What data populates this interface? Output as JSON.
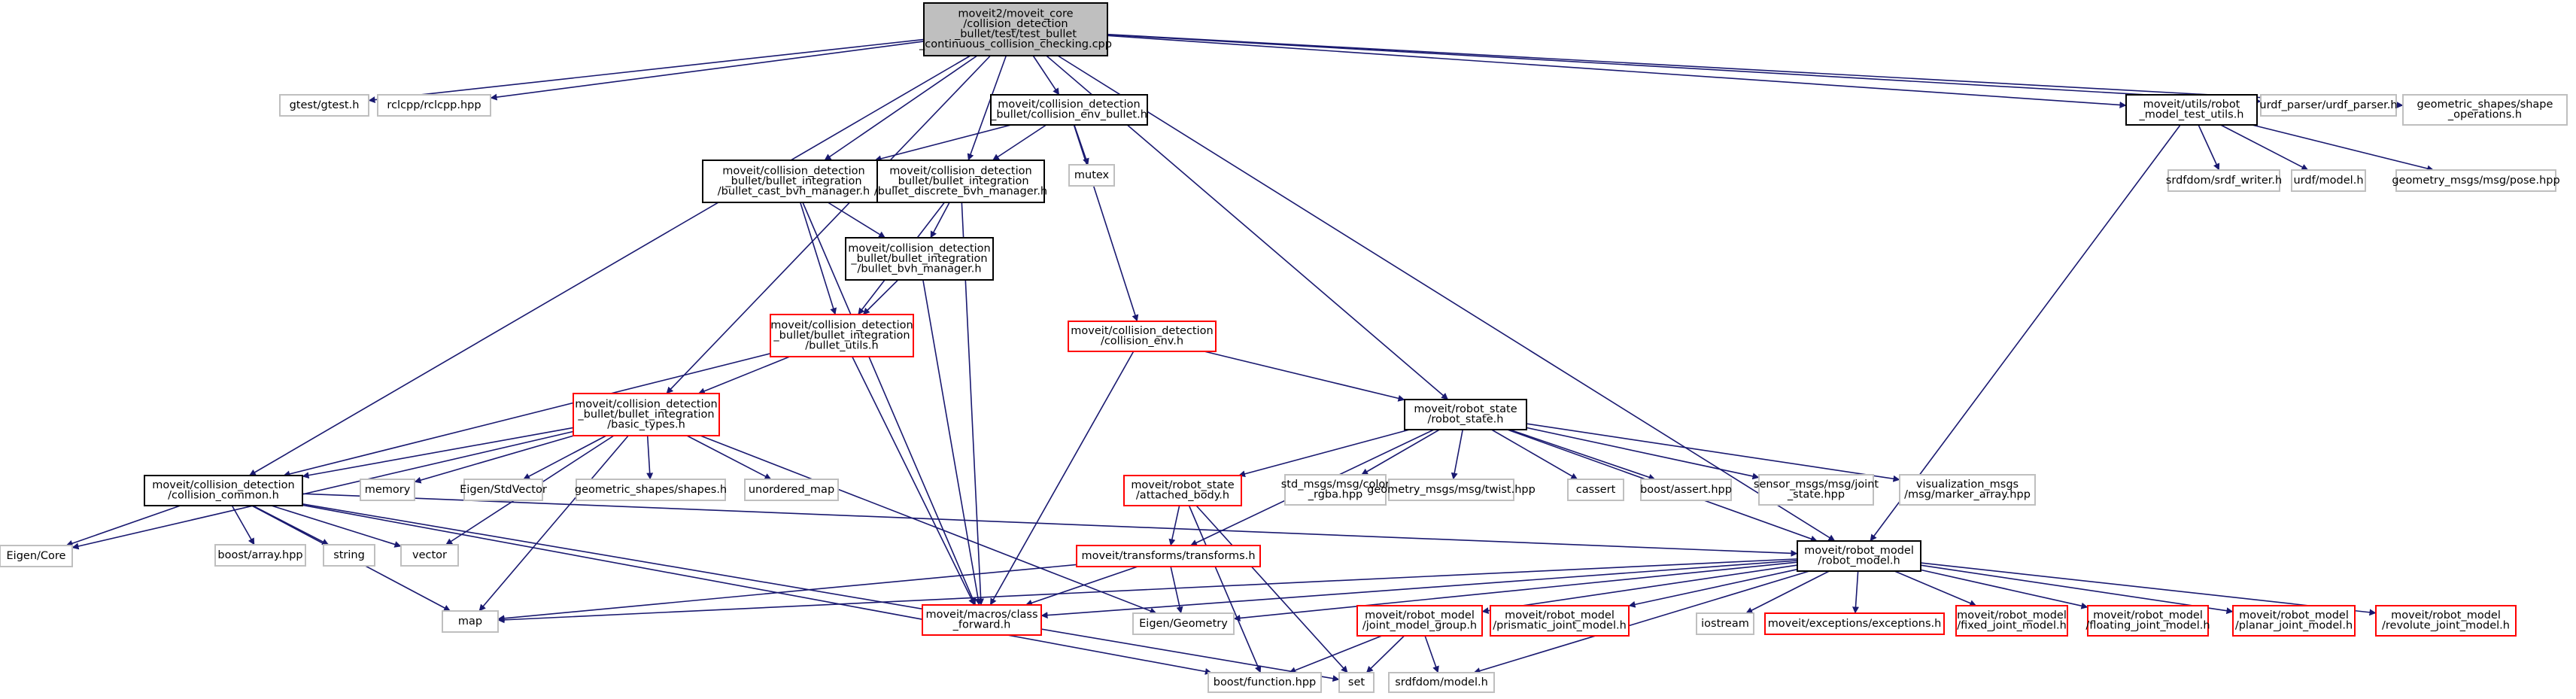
{
  "colors": {
    "edge": "#191970",
    "internal_border": "#000000",
    "missing_border": "#ff0000",
    "external_border": "#bfbfbf",
    "root_fill": "#bfbfbf",
    "node_fill": "#ffffff",
    "text": "#000000"
  },
  "nodes": [
    {
      "id": "root",
      "kind": "root",
      "lines": [
        "moveit2/moveit_core",
        "/collision_detection",
        "_bullet/test/test_bullet",
        "_continuous_collision_checking.cpp"
      ]
    },
    {
      "id": "gtest",
      "kind": "external",
      "lines": [
        "gtest/gtest.h"
      ]
    },
    {
      "id": "rclcpp",
      "kind": "external",
      "lines": [
        "rclcpp/rclcpp.hpp"
      ]
    },
    {
      "id": "env_bullet",
      "kind": "internal",
      "lines": [
        "moveit/collision_detection",
        "_bullet/collision_env_bullet.h"
      ]
    },
    {
      "id": "test_utils",
      "kind": "internal",
      "lines": [
        "moveit/utils/robot",
        "_model_test_utils.h"
      ]
    },
    {
      "id": "urdf_parser",
      "kind": "external",
      "lines": [
        "urdf_parser/urdf_parser.h"
      ]
    },
    {
      "id": "geom_ops",
      "kind": "external",
      "lines": [
        "geometric_shapes/shape",
        "_operations.h"
      ]
    },
    {
      "id": "cast_bvh",
      "kind": "internal",
      "lines": [
        "moveit/collision_detection",
        "_bullet/bullet_integration",
        "/bullet_cast_bvh_manager.h"
      ]
    },
    {
      "id": "discrete_bvh",
      "kind": "internal",
      "lines": [
        "moveit/collision_detection",
        "_bullet/bullet_integration",
        "/bullet_discrete_bvh_manager.h"
      ]
    },
    {
      "id": "mutex",
      "kind": "external",
      "lines": [
        "mutex"
      ]
    },
    {
      "id": "srdf_writer",
      "kind": "external",
      "lines": [
        "srdfdom/srdf_writer.h"
      ]
    },
    {
      "id": "urdf_model",
      "kind": "external",
      "lines": [
        "urdf/model.h"
      ]
    },
    {
      "id": "pose",
      "kind": "external",
      "lines": [
        "geometry_msgs/msg/pose.hpp"
      ]
    },
    {
      "id": "bvh_manager",
      "kind": "internal",
      "lines": [
        "moveit/collision_detection",
        "_bullet/bullet_integration",
        "/bullet_bvh_manager.h"
      ]
    },
    {
      "id": "bullet_utils",
      "kind": "missing",
      "lines": [
        "moveit/collision_detection",
        "_bullet/bullet_integration",
        "/bullet_utils.h"
      ]
    },
    {
      "id": "collision_env",
      "kind": "missing",
      "lines": [
        "moveit/collision_detection",
        "/collision_env.h"
      ]
    },
    {
      "id": "basic_types",
      "kind": "missing",
      "lines": [
        "moveit/collision_detection",
        "_bullet/bullet_integration",
        "/basic_types.h"
      ]
    },
    {
      "id": "robot_state",
      "kind": "internal",
      "lines": [
        "moveit/robot_state",
        "/robot_state.h"
      ]
    },
    {
      "id": "collision_common",
      "kind": "internal",
      "lines": [
        "moveit/collision_detection",
        "/collision_common.h"
      ]
    },
    {
      "id": "memory",
      "kind": "external",
      "lines": [
        "memory"
      ]
    },
    {
      "id": "eigen_stdvector",
      "kind": "external",
      "lines": [
        "Eigen/StdVector"
      ]
    },
    {
      "id": "shapes",
      "kind": "external",
      "lines": [
        "geometric_shapes/shapes.h"
      ]
    },
    {
      "id": "unordered_map",
      "kind": "external",
      "lines": [
        "unordered_map"
      ]
    },
    {
      "id": "attached_body",
      "kind": "missing",
      "lines": [
        "moveit/robot_state",
        "/attached_body.h"
      ]
    },
    {
      "id": "color_rgba",
      "kind": "external",
      "lines": [
        "std_msgs/msg/color",
        "_rgba.hpp"
      ]
    },
    {
      "id": "twist",
      "kind": "external",
      "lines": [
        "geometry_msgs/msg/twist.hpp"
      ]
    },
    {
      "id": "cassert",
      "kind": "external",
      "lines": [
        "cassert"
      ]
    },
    {
      "id": "boost_assert",
      "kind": "external",
      "lines": [
        "boost/assert.hpp"
      ]
    },
    {
      "id": "joint_state",
      "kind": "external",
      "lines": [
        "sensor_msgs/msg/joint",
        "_state.hpp"
      ]
    },
    {
      "id": "marker_array",
      "kind": "external",
      "lines": [
        "visualization_msgs",
        "/msg/marker_array.hpp"
      ]
    },
    {
      "id": "eigen_core",
      "kind": "external",
      "lines": [
        "Eigen/Core"
      ]
    },
    {
      "id": "boost_array",
      "kind": "external",
      "lines": [
        "boost/array.hpp"
      ]
    },
    {
      "id": "string",
      "kind": "external",
      "lines": [
        "string"
      ]
    },
    {
      "id": "vector",
      "kind": "external",
      "lines": [
        "vector"
      ]
    },
    {
      "id": "transforms",
      "kind": "missing",
      "lines": [
        "moveit/transforms/transforms.h"
      ]
    },
    {
      "id": "robot_model",
      "kind": "internal",
      "lines": [
        "moveit/robot_model",
        "/robot_model.h"
      ]
    },
    {
      "id": "map",
      "kind": "external",
      "lines": [
        "map"
      ]
    },
    {
      "id": "class_forward",
      "kind": "missing",
      "lines": [
        "moveit/macros/class",
        "_forward.h"
      ]
    },
    {
      "id": "eigen_geometry",
      "kind": "external",
      "lines": [
        "Eigen/Geometry"
      ]
    },
    {
      "id": "joint_model_group",
      "kind": "missing",
      "lines": [
        "moveit/robot_model",
        "/joint_model_group.h"
      ]
    },
    {
      "id": "prismatic",
      "kind": "missing",
      "lines": [
        "moveit/robot_model",
        "/prismatic_joint_model.h"
      ]
    },
    {
      "id": "iostream",
      "kind": "external",
      "lines": [
        "iostream"
      ]
    },
    {
      "id": "exceptions",
      "kind": "missing",
      "lines": [
        "moveit/exceptions/exceptions.h"
      ]
    },
    {
      "id": "fixed",
      "kind": "missing",
      "lines": [
        "moveit/robot_model",
        "/fixed_joint_model.h"
      ]
    },
    {
      "id": "floating",
      "kind": "missing",
      "lines": [
        "moveit/robot_model",
        "/floating_joint_model.h"
      ]
    },
    {
      "id": "planar",
      "kind": "missing",
      "lines": [
        "moveit/robot_model",
        "/planar_joint_model.h"
      ]
    },
    {
      "id": "revolute",
      "kind": "missing",
      "lines": [
        "moveit/robot_model",
        "/revolute_joint_model.h"
      ]
    },
    {
      "id": "boost_function",
      "kind": "external",
      "lines": [
        "boost/function.hpp"
      ]
    },
    {
      "id": "set",
      "kind": "external",
      "lines": [
        "set"
      ]
    },
    {
      "id": "srdf_model",
      "kind": "external",
      "lines": [
        "srdfdom/model.h"
      ]
    }
  ],
  "edges": [
    [
      "root",
      "gtest"
    ],
    [
      "root",
      "rclcpp"
    ],
    [
      "root",
      "env_bullet"
    ],
    [
      "root",
      "test_utils"
    ],
    [
      "root",
      "urdf_parser"
    ],
    [
      "root",
      "geom_ops"
    ],
    [
      "root",
      "cast_bvh"
    ],
    [
      "root",
      "discrete_bvh"
    ],
    [
      "root",
      "basic_types"
    ],
    [
      "root",
      "collision_common"
    ],
    [
      "root",
      "robot_state"
    ],
    [
      "root",
      "robot_model"
    ],
    [
      "env_bullet",
      "cast_bvh"
    ],
    [
      "env_bullet",
      "discrete_bvh"
    ],
    [
      "env_bullet",
      "mutex"
    ],
    [
      "env_bullet",
      "collision_env"
    ],
    [
      "test_utils",
      "srdf_writer"
    ],
    [
      "test_utils",
      "urdf_model"
    ],
    [
      "test_utils",
      "pose"
    ],
    [
      "test_utils",
      "robot_model"
    ],
    [
      "cast_bvh",
      "bvh_manager"
    ],
    [
      "cast_bvh",
      "bullet_utils"
    ],
    [
      "cast_bvh",
      "class_forward"
    ],
    [
      "discrete_bvh",
      "bvh_manager"
    ],
    [
      "discrete_bvh",
      "bullet_utils"
    ],
    [
      "discrete_bvh",
      "class_forward"
    ],
    [
      "bvh_manager",
      "bullet_utils"
    ],
    [
      "bvh_manager",
      "class_forward"
    ],
    [
      "bullet_utils",
      "basic_types"
    ],
    [
      "bullet_utils",
      "collision_common"
    ],
    [
      "bullet_utils",
      "class_forward"
    ],
    [
      "collision_env",
      "robot_state"
    ],
    [
      "collision_env",
      "class_forward"
    ],
    [
      "basic_types",
      "collision_common"
    ],
    [
      "basic_types",
      "memory"
    ],
    [
      "basic_types",
      "eigen_stdvector"
    ],
    [
      "basic_types",
      "shapes"
    ],
    [
      "basic_types",
      "unordered_map"
    ],
    [
      "basic_types",
      "eigen_core"
    ],
    [
      "basic_types",
      "vector"
    ],
    [
      "basic_types",
      "map"
    ],
    [
      "basic_types",
      "eigen_geometry"
    ],
    [
      "robot_state",
      "attached_body"
    ],
    [
      "robot_state",
      "color_rgba"
    ],
    [
      "robot_state",
      "twist"
    ],
    [
      "robot_state",
      "cassert"
    ],
    [
      "robot_state",
      "boost_assert"
    ],
    [
      "robot_state",
      "joint_state"
    ],
    [
      "robot_state",
      "marker_array"
    ],
    [
      "robot_state",
      "transforms"
    ],
    [
      "robot_state",
      "robot_model"
    ],
    [
      "collision_common",
      "eigen_core"
    ],
    [
      "collision_common",
      "boost_array"
    ],
    [
      "collision_common",
      "string"
    ],
    [
      "collision_common",
      "vector"
    ],
    [
      "collision_common",
      "map"
    ],
    [
      "collision_common",
      "set"
    ],
    [
      "collision_common",
      "boost_function"
    ],
    [
      "collision_common",
      "robot_model"
    ],
    [
      "attached_body",
      "transforms"
    ],
    [
      "attached_body",
      "set"
    ],
    [
      "attached_body",
      "boost_function"
    ],
    [
      "transforms",
      "map"
    ],
    [
      "transforms",
      "class_forward"
    ],
    [
      "transforms",
      "eigen_geometry"
    ],
    [
      "robot_model",
      "class_forward"
    ],
    [
      "robot_model",
      "eigen_geometry"
    ],
    [
      "robot_model",
      "map"
    ],
    [
      "robot_model",
      "joint_model_group"
    ],
    [
      "robot_model",
      "prismatic"
    ],
    [
      "robot_model",
      "iostream"
    ],
    [
      "robot_model",
      "exceptions"
    ],
    [
      "robot_model",
      "fixed"
    ],
    [
      "robot_model",
      "floating"
    ],
    [
      "robot_model",
      "planar"
    ],
    [
      "robot_model",
      "revolute"
    ],
    [
      "robot_model",
      "srdf_model"
    ],
    [
      "joint_model_group",
      "boost_function"
    ],
    [
      "joint_model_group",
      "set"
    ],
    [
      "joint_model_group",
      "srdf_model"
    ]
  ]
}
